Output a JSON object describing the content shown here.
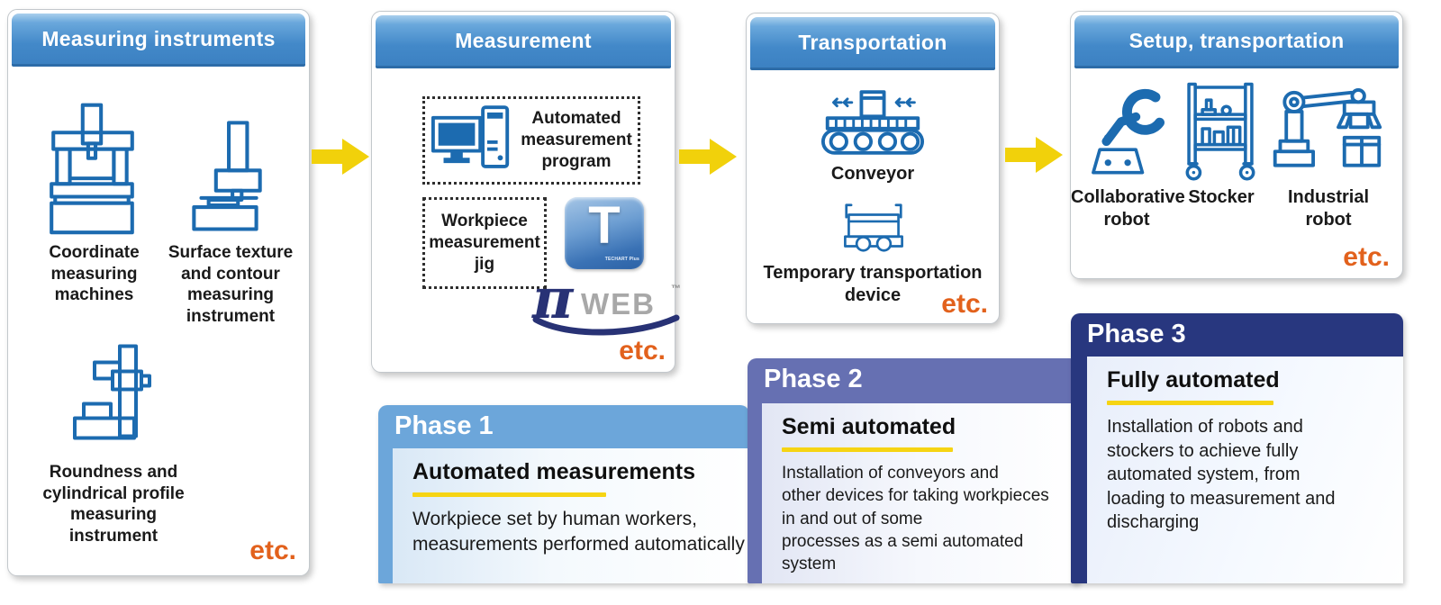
{
  "colors": {
    "header_blue": "#3c81c2",
    "icon_blue": "#1c6bb0",
    "etc_orange": "#e2611c",
    "arrow_yellow": "#f1d10b",
    "underline_yellow": "#f6d413",
    "phase1_blue": "#6ca6da",
    "phase2_purple": "#6670b2",
    "phase3_navy": "#28377f"
  },
  "panels": {
    "measuring_instruments": {
      "title": "Measuring instruments",
      "items": [
        {
          "icon": "cmm-icon",
          "label": "Coordinate\nmeasuring\nmachines"
        },
        {
          "icon": "surface-texture-icon",
          "label": "Surface texture\nand contour\nmeasuring\ninstrument"
        },
        {
          "icon": "roundness-icon",
          "label": "Roundness and\ncylindrical profile\nmeasuring\ninstrument"
        }
      ],
      "etc_label": "etc."
    },
    "measurement": {
      "title": "Measurement",
      "automated_program_label": "Automated\nmeasurement\nprogram",
      "workpiece_jig_label": "Workpiece\nmeasurement\njig",
      "t_icon_glyph": "T",
      "t_icon_caption": "TECHART Plus",
      "piweb_logo": {
        "pi": "π",
        "web": "WEB",
        "tm": "™"
      },
      "etc_label": "etc."
    },
    "transportation": {
      "title": "Transportation",
      "items": [
        {
          "icon": "conveyor-icon",
          "label": "Conveyor"
        },
        {
          "icon": "cart-icon",
          "label": "Temporary transportation\ndevice"
        }
      ],
      "etc_label": "etc."
    },
    "setup_transportation": {
      "title": "Setup, transportation",
      "items": [
        {
          "icon": "collaborative-robot-icon",
          "label": "Collaborative\nrobot"
        },
        {
          "icon": "stocker-icon",
          "label": "Stocker"
        },
        {
          "icon": "industrial-robot-icon",
          "label": "Industrial\nrobot"
        }
      ],
      "etc_label": "etc."
    }
  },
  "phases": [
    {
      "name": "Phase 1",
      "heading": "Automated measurements",
      "description": "Workpiece set by human workers,\nmeasurements performed automatically"
    },
    {
      "name": "Phase 2",
      "heading": "Semi automated",
      "description": "Installation of conveyors and\nother devices for taking workpieces\nin and out of some\nprocesses as a semi automated\nsystem"
    },
    {
      "name": "Phase 3",
      "heading": "Fully automated",
      "description": "Installation of robots and\nstockers to achieve fully\nautomated system, from\nloading to measurement and\ndischarging"
    }
  ]
}
